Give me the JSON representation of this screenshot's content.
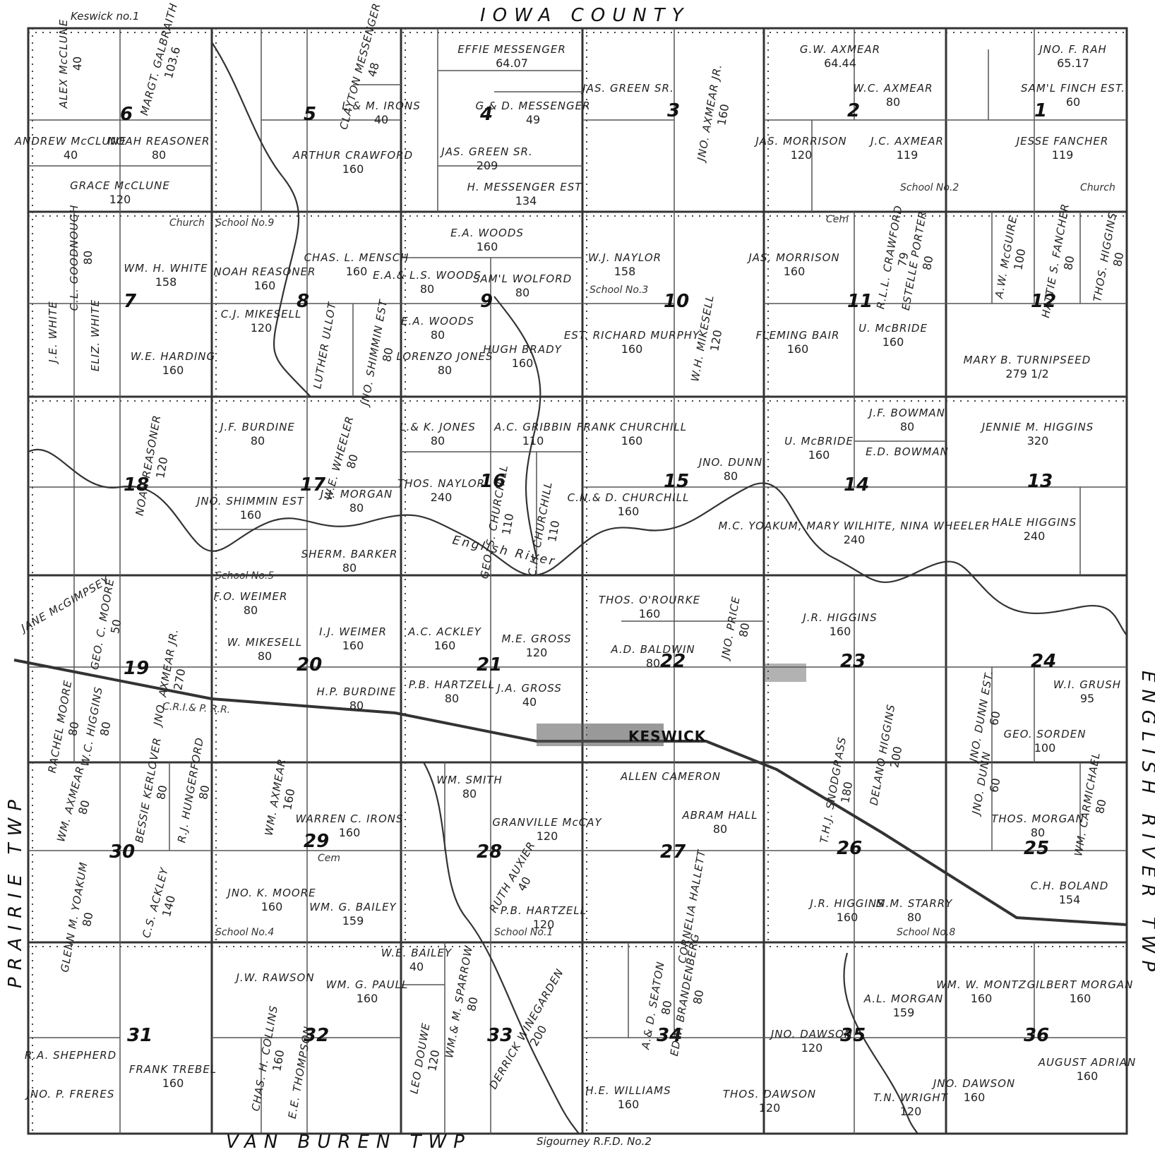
{
  "borders": {
    "north": "IOWA  COUNTY",
    "south": "VAN BUREN   TWP",
    "west": "PRAIRIE  TWP",
    "east": "ENGLISH RIVER  TWP",
    "northwest_note": "Keswick no.1",
    "south_note": "Sigourney R.F.D. No.2"
  },
  "town": "KESWICK",
  "features": {
    "river_name": "English River",
    "railroad": "C.R.I.& P. R.R.",
    "school_no5": "School No.5",
    "school_no2": "School No.2",
    "school_no3": "School No.3",
    "school_no4": "School No.4",
    "school_no8": "School No.8",
    "school_no9": "School No.9",
    "church_nw": "Church",
    "church_ne": "Church",
    "cem_28": "Cem",
    "cem_11": "Cem",
    "school_no1": "School No.1"
  },
  "sections": [
    {
      "number": "1"
    },
    {
      "number": "2"
    },
    {
      "number": "3"
    },
    {
      "number": "4"
    },
    {
      "number": "5"
    },
    {
      "number": "6"
    },
    {
      "number": "7"
    },
    {
      "number": "8"
    },
    {
      "number": "9"
    },
    {
      "number": "10"
    },
    {
      "number": "11"
    },
    {
      "number": "12"
    },
    {
      "number": "13"
    },
    {
      "number": "14"
    },
    {
      "number": "15"
    },
    {
      "number": "16"
    },
    {
      "number": "17"
    },
    {
      "number": "18"
    },
    {
      "number": "19"
    },
    {
      "number": "20"
    },
    {
      "number": "21"
    },
    {
      "number": "22"
    },
    {
      "number": "23"
    },
    {
      "number": "24"
    },
    {
      "number": "25"
    },
    {
      "number": "26"
    },
    {
      "number": "27"
    },
    {
      "number": "28"
    },
    {
      "number": "29"
    },
    {
      "number": "30"
    },
    {
      "number": "31"
    },
    {
      "number": "32"
    },
    {
      "number": "33"
    },
    {
      "number": "34"
    },
    {
      "number": "35"
    },
    {
      "number": "36"
    }
  ],
  "owners": {
    "o1": {
      "name": "ALEX McCLUNE",
      "acres": "40"
    },
    "o2": {
      "name": "MARGT. GALBRAITH",
      "acres": "103.6"
    },
    "o3": {
      "name": "ANDREW McCLUNE",
      "acres": "40"
    },
    "o4": {
      "name": "NOAH REASONER",
      "acres": "80"
    },
    "o5": {
      "name": "GRACE McCLUNE",
      "acres": "120"
    },
    "o6": {
      "name": "CLAYTON MESSENGER",
      "acres": "48"
    },
    "o7": {
      "name": "L.& M. IRONS",
      "acres": "40"
    },
    "o8": {
      "name": "ARTHUR CRAWFORD",
      "acres": "160"
    },
    "o9": {
      "name": "EFFIE MESSENGER",
      "acres": "64.07"
    },
    "o10": {
      "name": "G.& D. MESSENGER",
      "acres": "49"
    },
    "o11": {
      "name": "JAS. GREEN SR.",
      "acres": "209"
    },
    "o12": {
      "name": "H. MESSENGER EST.",
      "acres": "134"
    },
    "o13": {
      "name": "JAS. GREEN SR.",
      "acres": ""
    },
    "o14": {
      "name": "JNO. AXMEAR JR.",
      "acres": "160"
    },
    "o15": {
      "name": "G.W. AXMEAR",
      "acres": "64.44"
    },
    "o16": {
      "name": "W.C. AXMEAR",
      "acres": "80"
    },
    "o17": {
      "name": "JAS. MORRISON",
      "acres": "120"
    },
    "o18": {
      "name": "J.C. AXMEAR",
      "acres": "119"
    },
    "o19": {
      "name": "JNO. F. RAH",
      "acres": "65.17"
    },
    "o20": {
      "name": "SAM'L FINCH EST.",
      "acres": "60"
    },
    "o21": {
      "name": "JESSE FANCHER",
      "acres": "119"
    },
    "o22": {
      "name": "C.L. GOODNOUGH",
      "acres": "80"
    },
    "o23": {
      "name": "WM. H. WHITE",
      "acres": "158"
    },
    "o24": {
      "name": "J.E. WHITE",
      "acres": ""
    },
    "o25": {
      "name": "ELIZ. WHITE",
      "acres": ""
    },
    "o26": {
      "name": "W.E. HARDING",
      "acres": "160"
    },
    "o27": {
      "name": "NOAH REASONER",
      "acres": "160"
    },
    "o28": {
      "name": "CHAS. L. MENSCH",
      "acres": "160"
    },
    "o29": {
      "name": "C.J. MIKESELL",
      "acres": "120"
    },
    "o30": {
      "name": "LUTHER ULLOT",
      "acres": ""
    },
    "o31": {
      "name": "JNO. SHIMMIN EST",
      "acres": "80"
    },
    "o32": {
      "name": "E.A. WOODS",
      "acres": "160"
    },
    "o33": {
      "name": "E.A.& L.S. WOODS",
      "acres": "80"
    },
    "o34": {
      "name": "SAM'L WOLFORD",
      "acres": "80"
    },
    "o35": {
      "name": "E.A. WOODS",
      "acres": "80"
    },
    "o36": {
      "name": "HUGH BRADY",
      "acres": "160"
    },
    "o37": {
      "name": "LORENZO JONES",
      "acres": "80"
    },
    "o38": {
      "name": "W.J. NAYLOR",
      "acres": "158"
    },
    "o39": {
      "name": "EST. RICHARD MURPHY",
      "acres": "160"
    },
    "o40": {
      "name": "W.H. MIKESELL",
      "acres": "120"
    },
    "o41": {
      "name": "JAS. MORRISON",
      "acres": "160"
    },
    "o42": {
      "name": "R.L.L. CRAWFORD",
      "acres": "79"
    },
    "o43": {
      "name": "ESTELLE PORTER",
      "acres": "80"
    },
    "o44": {
      "name": "FLEMING BAIR",
      "acres": "160"
    },
    "o45": {
      "name": "U. McBRIDE",
      "acres": "160"
    },
    "o46": {
      "name": "A.W. McGUIRE",
      "acres": "100"
    },
    "o47": {
      "name": "HATTIE S. FANCHER",
      "acres": "80"
    },
    "o48": {
      "name": "THOS. HIGGINS",
      "acres": "80"
    },
    "o49": {
      "name": "MARY B. TURNIPSEED",
      "acres": "279 1/2"
    },
    "o50": {
      "name": "NOAH REASONER",
      "acres": "120"
    },
    "o51": {
      "name": "J.F. BURDINE",
      "acres": "80"
    },
    "o52": {
      "name": "W.E. WHEELER",
      "acres": "80"
    },
    "o53": {
      "name": "JNO. SHIMMIN EST",
      "acres": "160"
    },
    "o54": {
      "name": "J.J. MORGAN",
      "acres": "80"
    },
    "o55": {
      "name": "SHERM. BARKER",
      "acres": "80"
    },
    "o56": {
      "name": "L.& K. JONES",
      "acres": "80"
    },
    "o57": {
      "name": "A.C. GRIBBIN",
      "acres": "110"
    },
    "o58": {
      "name": "THOS. NAYLOR",
      "acres": "240"
    },
    "o59": {
      "name": "GEO. S. CHURCHILL",
      "acres": "110"
    },
    "o60": {
      "name": "C.H. CHURCHILL",
      "acres": "110"
    },
    "o61": {
      "name": "FRANK CHURCHILL",
      "acres": "160"
    },
    "o62": {
      "name": "C.N.& D. CHURCHILL",
      "acres": "160"
    },
    "o63": {
      "name": "JNO. DUNN",
      "acres": "80"
    },
    "o64": {
      "name": "U. McBRIDE",
      "acres": "160"
    },
    "o65": {
      "name": "J.F. BOWMAN",
      "acres": "80"
    },
    "o66": {
      "name": "E.D. BOWMAN",
      "acres": ""
    },
    "o67": {
      "name": "M.C. YOAKUM, MARY WILHITE, NINA WHEELER",
      "acres": "240"
    },
    "o68": {
      "name": "JENNIE M. HIGGINS",
      "acres": "320"
    },
    "o69": {
      "name": "HALE HIGGINS",
      "acres": "240"
    },
    "o70": {
      "name": "JANE McGIMPSEY",
      "acres": ""
    },
    "o71": {
      "name": "GEO. C. MOORE",
      "acres": "50"
    },
    "o72": {
      "name": "JNO. AXMEAR JR.",
      "acres": "270"
    },
    "o73": {
      "name": "F.O. WEIMER",
      "acres": "80"
    },
    "o74": {
      "name": "W. MIKESELL",
      "acres": "80"
    },
    "o75": {
      "name": "I.J. WEIMER",
      "acres": "160"
    },
    "o76": {
      "name": "H.P. BURDINE",
      "acres": "80"
    },
    "o77": {
      "name": "A.C. ACKLEY",
      "acres": "160"
    },
    "o78": {
      "name": "M.E. GROSS",
      "acres": "120"
    },
    "o79": {
      "name": "P.B. HARTZELL",
      "acres": "80"
    },
    "o80": {
      "name": "J.A. GROSS",
      "acres": "40"
    },
    "o81": {
      "name": "THOS. O'ROURKE",
      "acres": "160"
    },
    "o82": {
      "name": "A.D. BALDWIN",
      "acres": "80"
    },
    "o83": {
      "name": "JNO. PRICE",
      "acres": "80"
    },
    "o84": {
      "name": "J.R. HIGGINS",
      "acres": "160"
    },
    "o85": {
      "name": "W.I. GRUSH",
      "acres": "95"
    },
    "o86": {
      "name": "RACHEL MOORE",
      "acres": "80"
    },
    "o87": {
      "name": "W.C. HIGGINS",
      "acres": "80"
    },
    "o88": {
      "name": "WM. AXMEAR",
      "acres": "80"
    },
    "o89": {
      "name": "BESSIE KERLOVER",
      "acres": "80"
    },
    "o90": {
      "name": "R.J. HUNGERFORD",
      "acres": "80"
    },
    "o91": {
      "name": "WM. AXMEAR",
      "acres": "160"
    },
    "o92": {
      "name": "WARREN C. IRONS",
      "acres": "160"
    },
    "o93": {
      "name": "WM. SMITH",
      "acres": "80"
    },
    "o94": {
      "name": "GRANVILLE McCAY",
      "acres": "120"
    },
    "o95": {
      "name": "ALLEN CAMERON",
      "acres": ""
    },
    "o96": {
      "name": "ABRAM HALL",
      "acres": "80"
    },
    "o97": {
      "name": "T.H.J. SNODGRASS",
      "acres": "180"
    },
    "o98": {
      "name": "DELANO HIGGINS",
      "acres": "200"
    },
    "o99": {
      "name": "GEO. SORDEN",
      "acres": "100"
    },
    "o100": {
      "name": "THOS. MORGAN",
      "acres": "80"
    },
    "o101": {
      "name": "WM. CARMICHAEL",
      "acres": "80"
    },
    "o102": {
      "name": "GLENN M. YOAKUM",
      "acres": "80"
    },
    "o103": {
      "name": "C.S. ACKLEY",
      "acres": "140"
    },
    "o104": {
      "name": "JNO. K. MOORE",
      "acres": "160"
    },
    "o105": {
      "name": "WM. G. BAILEY",
      "acres": "159"
    },
    "o106": {
      "name": "RUTH AUXIER",
      "acres": "40"
    },
    "o107": {
      "name": "P.B. HARTZELL",
      "acres": "120"
    },
    "o108": {
      "name": "CORNELIA HALLETT",
      "acres": ""
    },
    "o109": {
      "name": "J.R. HIGGINS",
      "acres": "160"
    },
    "o110": {
      "name": "M.M. STARRY",
      "acres": "80"
    },
    "o111": {
      "name": "C.H. BOLAND",
      "acres": "154"
    },
    "o112": {
      "name": "R.A. SHEPHERD",
      "acres": ""
    },
    "o113": {
      "name": "JNO. P. FRERES",
      "acres": ""
    },
    "o114": {
      "name": "FRANK TREBEL",
      "acres": "160"
    },
    "o115": {
      "name": "J.W. RAWSON",
      "acres": ""
    },
    "o116": {
      "name": "WM. G. PAULL",
      "acres": "160"
    },
    "o117": {
      "name": "CHAS. H. COLLINS",
      "acres": "160"
    },
    "o118": {
      "name": "E.E. THOMPSON",
      "acres": ""
    },
    "o119": {
      "name": "W.E. BAILEY",
      "acres": "40"
    },
    "o120": {
      "name": "LEO DOUWE",
      "acres": "120"
    },
    "o121": {
      "name": "WM.& M. SPARROW",
      "acres": "80"
    },
    "o122": {
      "name": "DERRICK WINEGARDEN",
      "acres": "200"
    },
    "o123": {
      "name": "H.E. WILLIAMS",
      "acres": "160"
    },
    "o124": {
      "name": "A.& D. SEATON",
      "acres": "80"
    },
    "o125": {
      "name": "EDW. BRANDENBERG",
      "acres": "80"
    },
    "o126": {
      "name": "JNO. DAWSON",
      "acres": "120"
    },
    "o127": {
      "name": "THOS. DAWSON",
      "acres": "120"
    },
    "o128": {
      "name": "A.L. MORGAN",
      "acres": "159"
    },
    "o129": {
      "name": "T.N. WRIGHT",
      "acres": "120"
    },
    "o130": {
      "name": "WM. W. MONTZ",
      "acres": "160"
    },
    "o131": {
      "name": "GILBERT MORGAN",
      "acres": "160"
    },
    "o132": {
      "name": "JNO. DAWSON",
      "acres": "160"
    },
    "o133": {
      "name": "AUGUST ADRIAN",
      "acres": "160"
    },
    "o134": {
      "name": "JNO. DUNN EST.",
      "acres": "60"
    },
    "o135": {
      "name": "JNO. DUNN",
      "acres": "60"
    }
  }
}
